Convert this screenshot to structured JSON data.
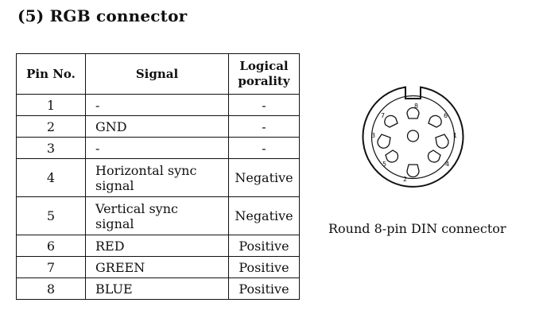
{
  "section_title": "(5) RGB connector",
  "table": {
    "headers": {
      "pin": "Pin No.",
      "signal": "Signal",
      "polarity_line1": "Logical",
      "polarity_line2": "porality"
    },
    "rows": [
      {
        "pin": "1",
        "signal_line1": "-",
        "signal_line2": "",
        "polarity": "-"
      },
      {
        "pin": "2",
        "signal_line1": "GND",
        "signal_line2": "",
        "polarity": "-"
      },
      {
        "pin": "3",
        "signal_line1": "-",
        "signal_line2": "",
        "polarity": "-"
      },
      {
        "pin": "4",
        "signal_line1": "Horizontal sync",
        "signal_line2": "signal",
        "polarity": "Negative"
      },
      {
        "pin": "5",
        "signal_line1": "Vertical sync",
        "signal_line2": "signal",
        "polarity": "Negative"
      },
      {
        "pin": "6",
        "signal_line1": "RED",
        "signal_line2": "",
        "polarity": "Positive"
      },
      {
        "pin": "7",
        "signal_line1": "GREEN",
        "signal_line2": "",
        "polarity": "Positive"
      },
      {
        "pin": "8",
        "signal_line1": "BLUE",
        "signal_line2": "",
        "polarity": "Positive"
      }
    ]
  },
  "connector": {
    "caption": "Round 8-pin DIN connector",
    "pin_labels": {
      "p1": "1",
      "p2": "2",
      "p3": "3",
      "p4": "4",
      "p5": "5",
      "p6": "6",
      "p7": "7",
      "p8": "8"
    }
  }
}
